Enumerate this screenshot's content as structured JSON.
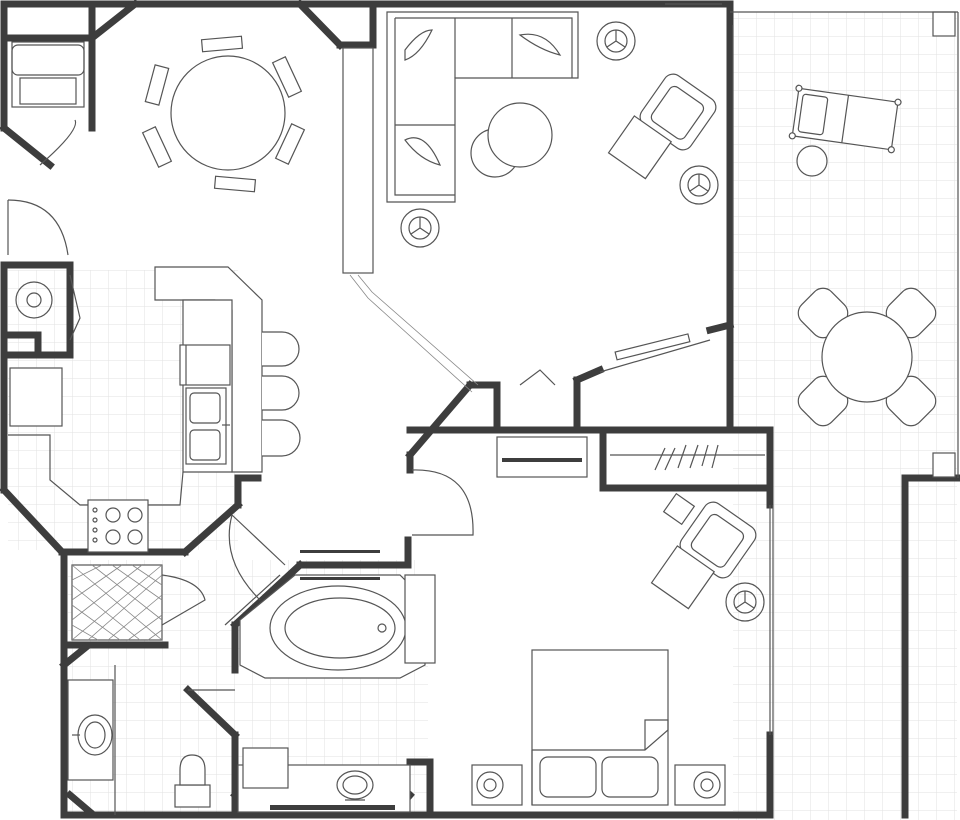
{
  "colors": {
    "wall": "#3d3d3d",
    "line": "#555555",
    "grid": "#e2e2e2",
    "background": "#ffffff"
  },
  "rooms": [
    {
      "id": "dining",
      "type": "dining-area"
    },
    {
      "id": "living",
      "type": "living-room"
    },
    {
      "id": "kitchen",
      "type": "kitchen"
    },
    {
      "id": "balcony",
      "type": "balcony"
    },
    {
      "id": "bedroom",
      "type": "bedroom"
    },
    {
      "id": "master-bath",
      "type": "bathroom"
    },
    {
      "id": "laundry",
      "type": "laundry"
    },
    {
      "id": "entry",
      "type": "entry"
    }
  ],
  "fixtures": [
    "round-dining-table",
    "sectional-sofa",
    "armchair",
    "kitchen-sink",
    "cooktop",
    "bar-stools",
    "oval-bathtub",
    "shower",
    "toilet",
    "vanity-sink",
    "double-bed",
    "lounge-chair",
    "patio-table"
  ]
}
